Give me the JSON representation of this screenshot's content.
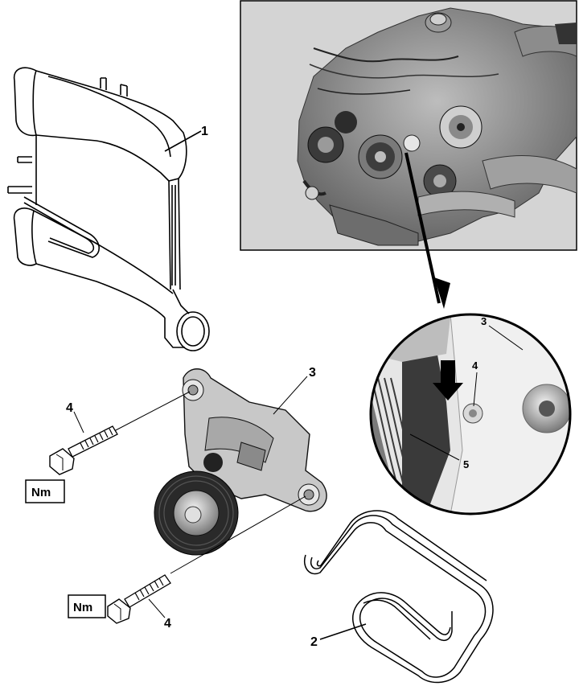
{
  "callouts": {
    "intercooler": "1",
    "belt": "2",
    "tensioner": "3",
    "bolt_upper": "4",
    "bolt_lower": "4",
    "detail_tensioner": "3",
    "detail_bolt": "4",
    "detail_pin": "5"
  },
  "torque_labels": {
    "upper": "Nm",
    "lower": "Nm"
  },
  "colors": {
    "photo_background": "#d4d4d4",
    "detail_background": "#e6e6e6",
    "line": "#000000"
  }
}
